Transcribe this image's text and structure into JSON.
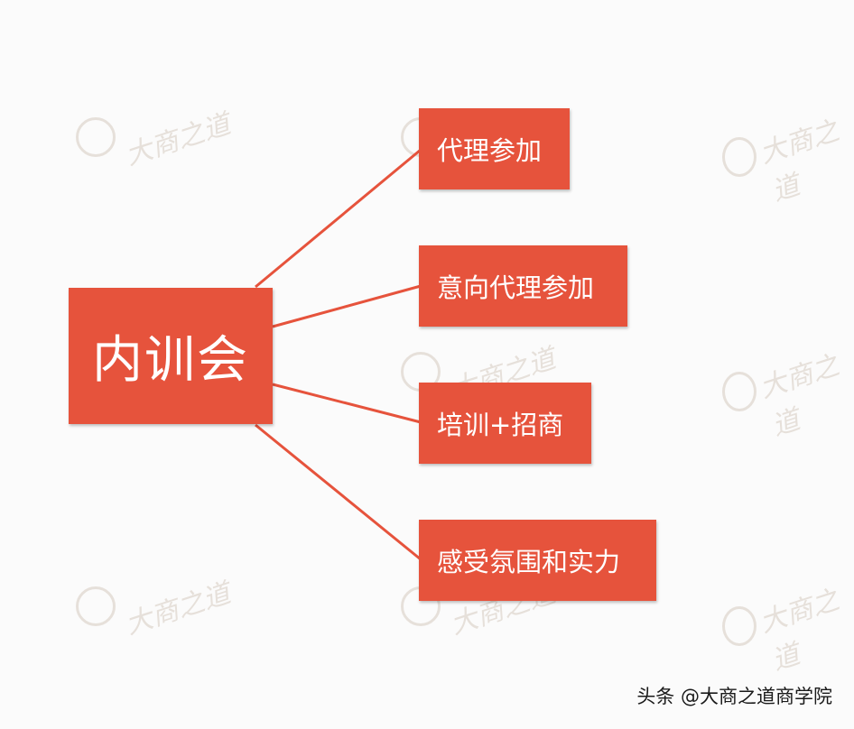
{
  "diagram": {
    "root": {
      "label": "内训会"
    },
    "children": [
      {
        "label": "代理参加"
      },
      {
        "label": "意向代理参加"
      },
      {
        "label": "培训+招商"
      },
      {
        "label": "感受氛围和实力"
      }
    ]
  },
  "watermark": {
    "text": "大商之道"
  },
  "footer": {
    "text": "头条 @大商之道商学院"
  },
  "colors": {
    "box_fill": "#e6533c",
    "connector": "#e6533c",
    "text": "#ffffff",
    "background": "#fbfbfb"
  }
}
